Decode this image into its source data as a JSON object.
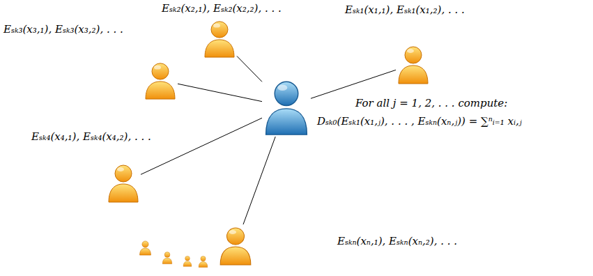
{
  "diagram": {
    "nodes": [
      {
        "text": [
          "Eₛₖ₂(x₂,₁), Eₛₖ₂(x₂,₂), . . ."
        ]
      },
      {
        "text": [
          "Eₛₖ₁(x₁,₁), Eₛₖ₁(x₁,₂), . . ."
        ]
      },
      {
        "text": [
          "Eₛₖ₃(x₃,₁), Eₛₖ₃(x₃,₂), . . ."
        ]
      },
      {
        "text": [
          "For all j = 1, 2, . . . compute:",
          "Dₛₖ₀(Eₛₖ₁(x₁,ⱼ), . . . , Eₛₖₙ(xₙ,ⱼ)) = ∑ⁿᵢ₌₁ xᵢ,ⱼ"
        ]
      },
      {
        "text": [
          "Eₛₖ₄(x₄,₁), Eₛₖ₄(x₄,₂), . . ."
        ]
      },
      {
        "text": [
          "Eₛₖₙ(xₙ,₁), Eₛₖₙ(xₙ,₂), . . ."
        ]
      }
    ],
    "edges": [
      {
        "from": 3,
        "to": 0,
        "arrow": "none"
      },
      {
        "from": 3,
        "to": 1,
        "arrow": "none"
      },
      {
        "from": 3,
        "to": 2,
        "arrow": "none"
      },
      {
        "from": 3,
        "to": 4,
        "arrow": "none"
      },
      {
        "from": 3,
        "to": 5,
        "arrow": "none"
      }
    ]
  }
}
